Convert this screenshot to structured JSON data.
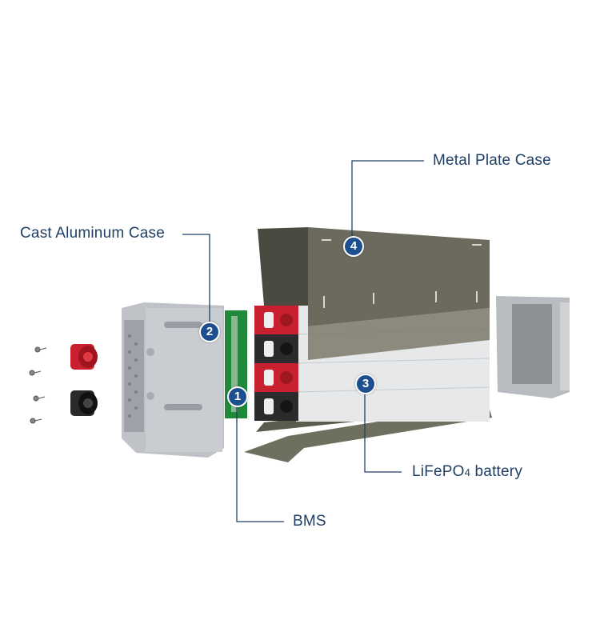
{
  "labels": {
    "metal_plate_case": "Metal Plate Case",
    "cast_aluminum_case": "Cast Aluminum Case",
    "bms": "BMS",
    "battery_main": "LiFePO",
    "battery_sub": "4",
    "battery_suffix": " battery"
  },
  "badges": {
    "bms": "1",
    "cast_aluminum_case": "2",
    "battery": "3",
    "metal_plate_case": "4"
  },
  "colors": {
    "label": "#1f3f66",
    "badge": "#1d4f8e",
    "red_terminal": "#c8202e",
    "metal_plate": "#6b6a5c"
  }
}
